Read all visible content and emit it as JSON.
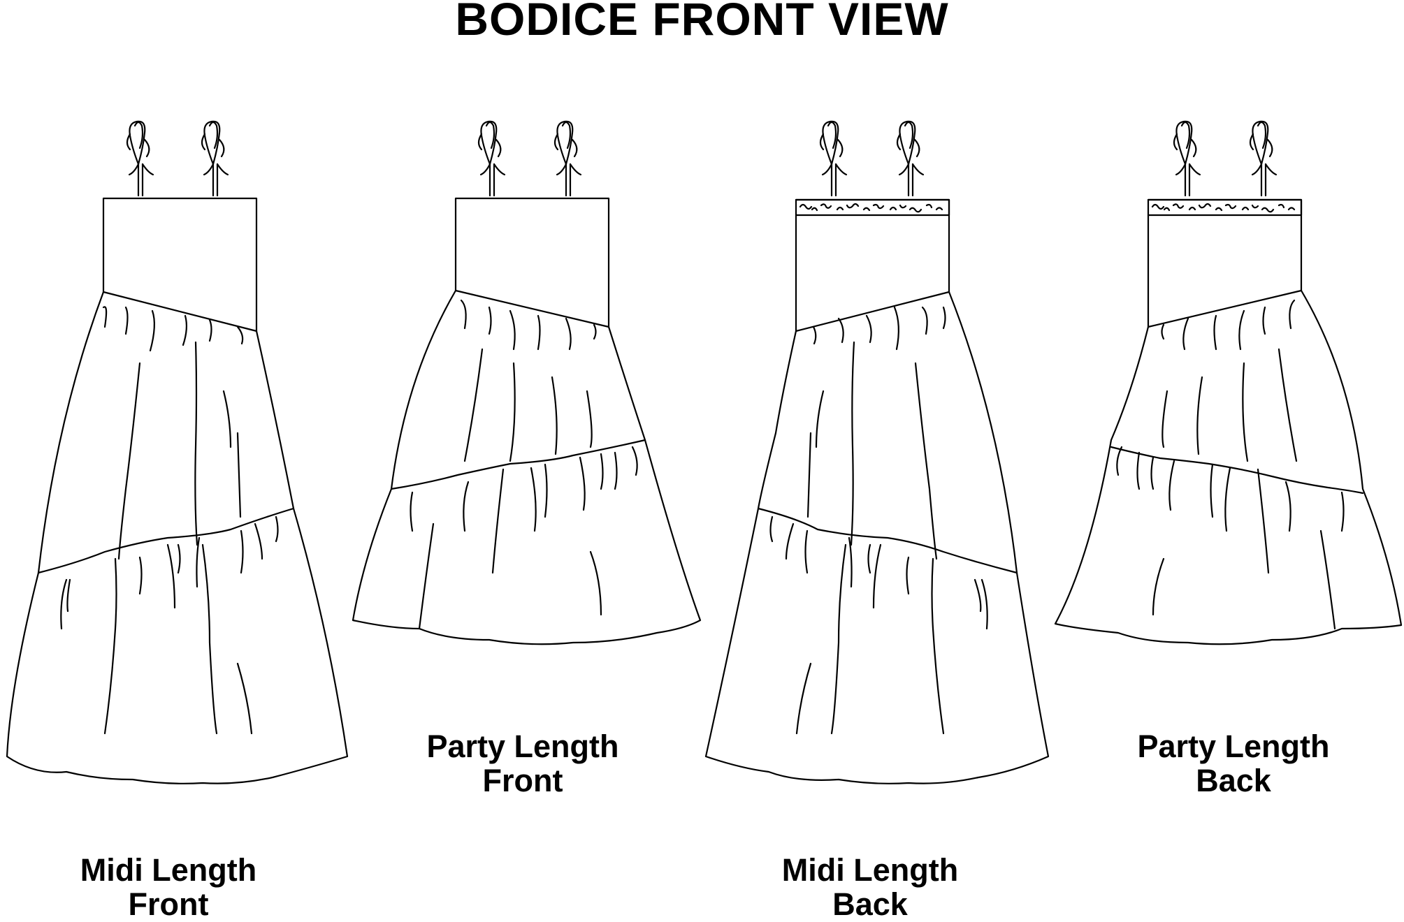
{
  "page": {
    "title": "BODICE FRONT VIEW"
  },
  "colors": {
    "line": "#000000",
    "background": "#ffffff"
  },
  "figures": [
    {
      "line1": "Midi Length",
      "line2": "Front"
    },
    {
      "line1": "Party Length",
      "line2": "Front"
    },
    {
      "line1": "Midi Length",
      "line2": "Back"
    },
    {
      "line1": "Party Length",
      "line2": "Back"
    }
  ]
}
